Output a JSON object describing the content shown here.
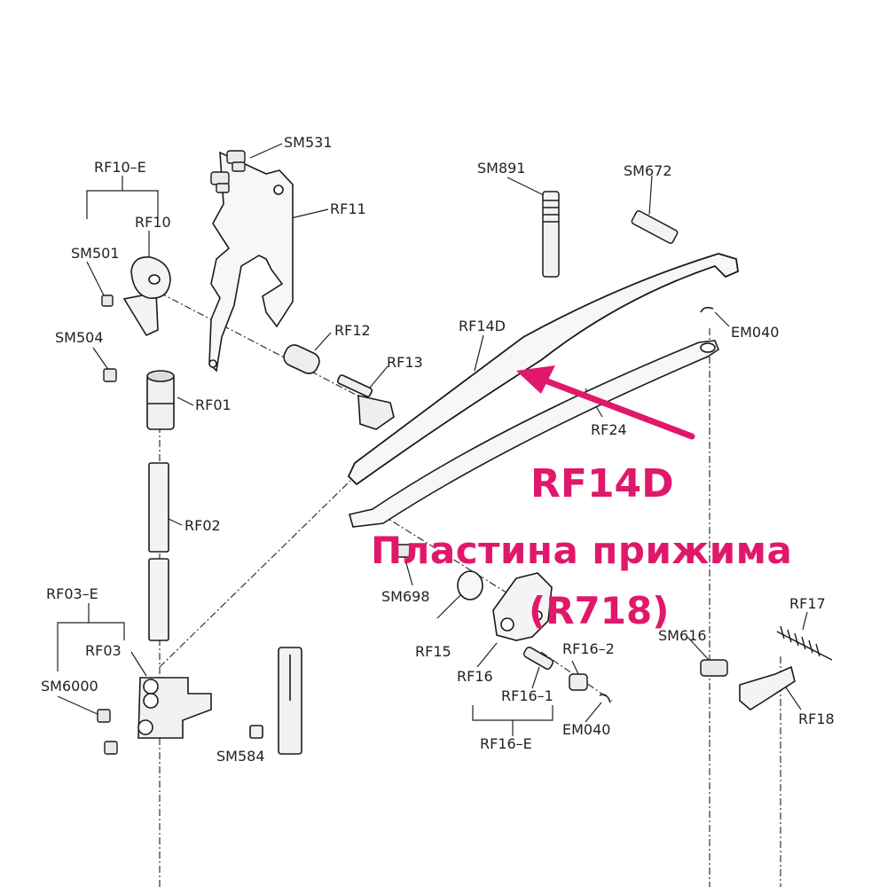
{
  "labels": {
    "rf10e": "RF10–E",
    "rf10": "RF10",
    "sm501": "SM501",
    "sm531": "SM531",
    "rf11": "RF11",
    "sm504": "SM504",
    "rf01": "RF01",
    "rf12": "RF12",
    "rf13": "RF13",
    "rf02": "RF02",
    "sm891": "SM891",
    "sm672": "SM672",
    "em040_top": "EM040",
    "rf14d": "RF14D",
    "rf24": "RF24",
    "rf03e": "RF03–E",
    "rf03": "RF03",
    "sm6000": "SM6000",
    "sm698": "SM698",
    "rf15": "RF15",
    "rf16": "RF16",
    "rf16_1": "RF16–1",
    "rf16_2": "RF16–2",
    "em040_bottom": "EM040",
    "rf16e": "RF16–E",
    "sm616": "SM616",
    "rf17": "RF17",
    "rf18": "RF18",
    "sm584": "SM584"
  },
  "callout": {
    "code": "RF14D",
    "name": "Пластина прижима",
    "model": "(R718)"
  },
  "colors": {
    "accent": "#e0186b",
    "line": "#1a1a1a",
    "part_fill": "#f4f4f4"
  }
}
